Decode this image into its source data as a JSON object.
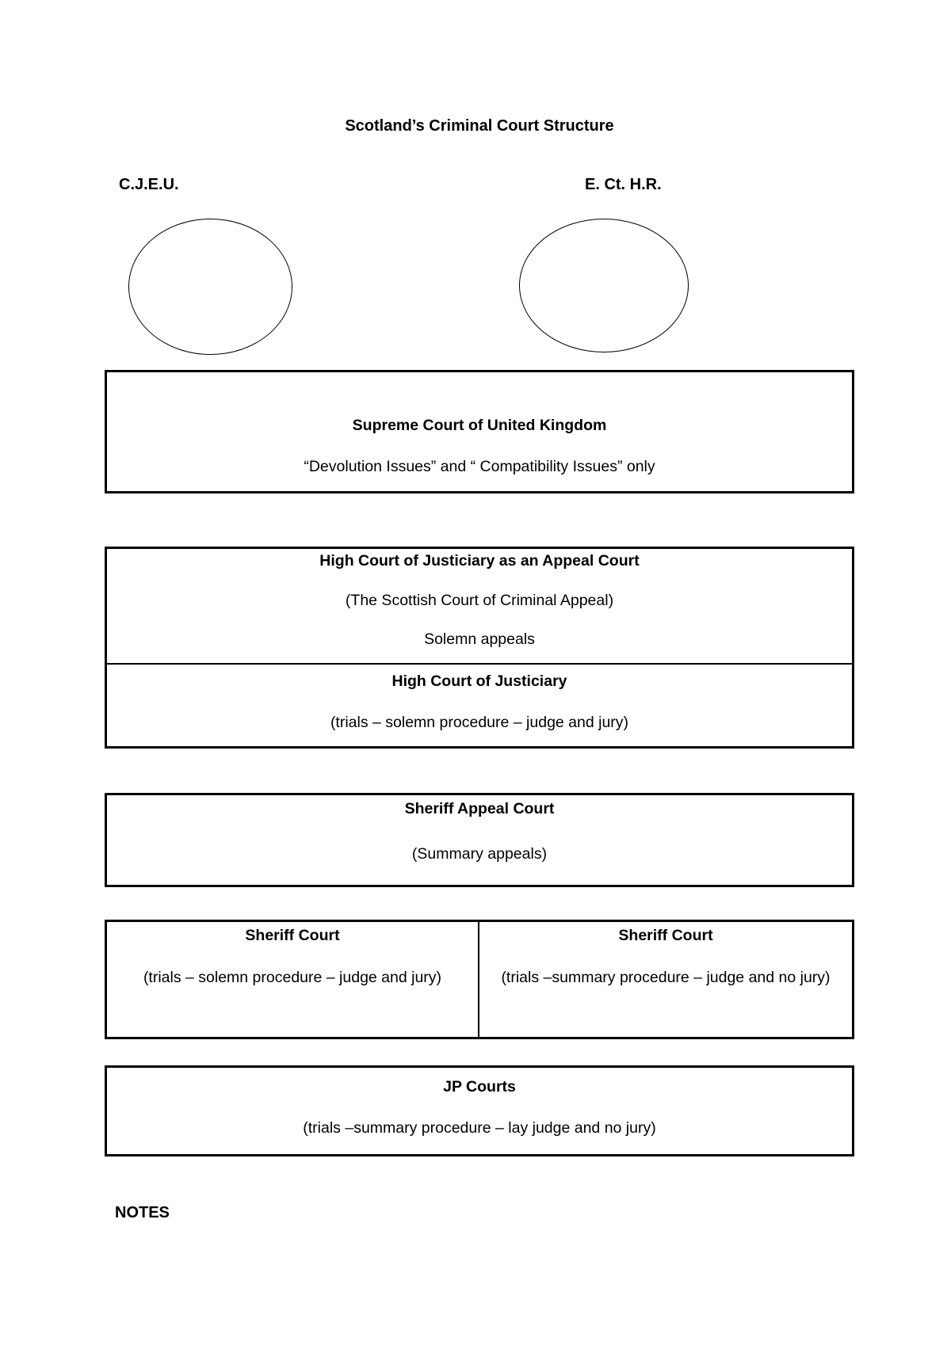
{
  "colors": {
    "ink": "#000000",
    "page_bg": "#ffffff"
  },
  "page": {
    "title": "Scotland’s Criminal Court Structure",
    "corner_labels": {
      "left": "C.J.E.U.",
      "right": "E. Ct. H.R."
    },
    "boxes": {
      "supreme_court": {
        "title": "Supreme Court of United Kingdom",
        "subtitle": "“Devolution Issues” and “ Compatibility Issues” only"
      },
      "high_court_appeal": {
        "title": "High Court of Justiciary as an Appeal Court",
        "line2": "(The Scottish Court of Criminal Appeal)",
        "line3": "Solemn appeals"
      },
      "high_court_trial": {
        "title": "High Court of Justiciary",
        "line2": "(trials – solemn procedure – judge and jury)"
      },
      "sheriff_appeal_court": {
        "title": "Sheriff Appeal Court",
        "line2": "(Summary appeals)"
      },
      "sheriff_court_solemn": {
        "title": "Sheriff Court",
        "line2": "(trials – solemn procedure – judge and jury)"
      },
      "sheriff_court_summary": {
        "title": "Sheriff Court",
        "line2": "(trials –summary procedure – judge and no jury)"
      },
      "jp_courts": {
        "title": "JP Courts",
        "line2": "(trials –summary procedure – lay judge and no jury)"
      }
    },
    "notes_heading": "NOTES"
  }
}
